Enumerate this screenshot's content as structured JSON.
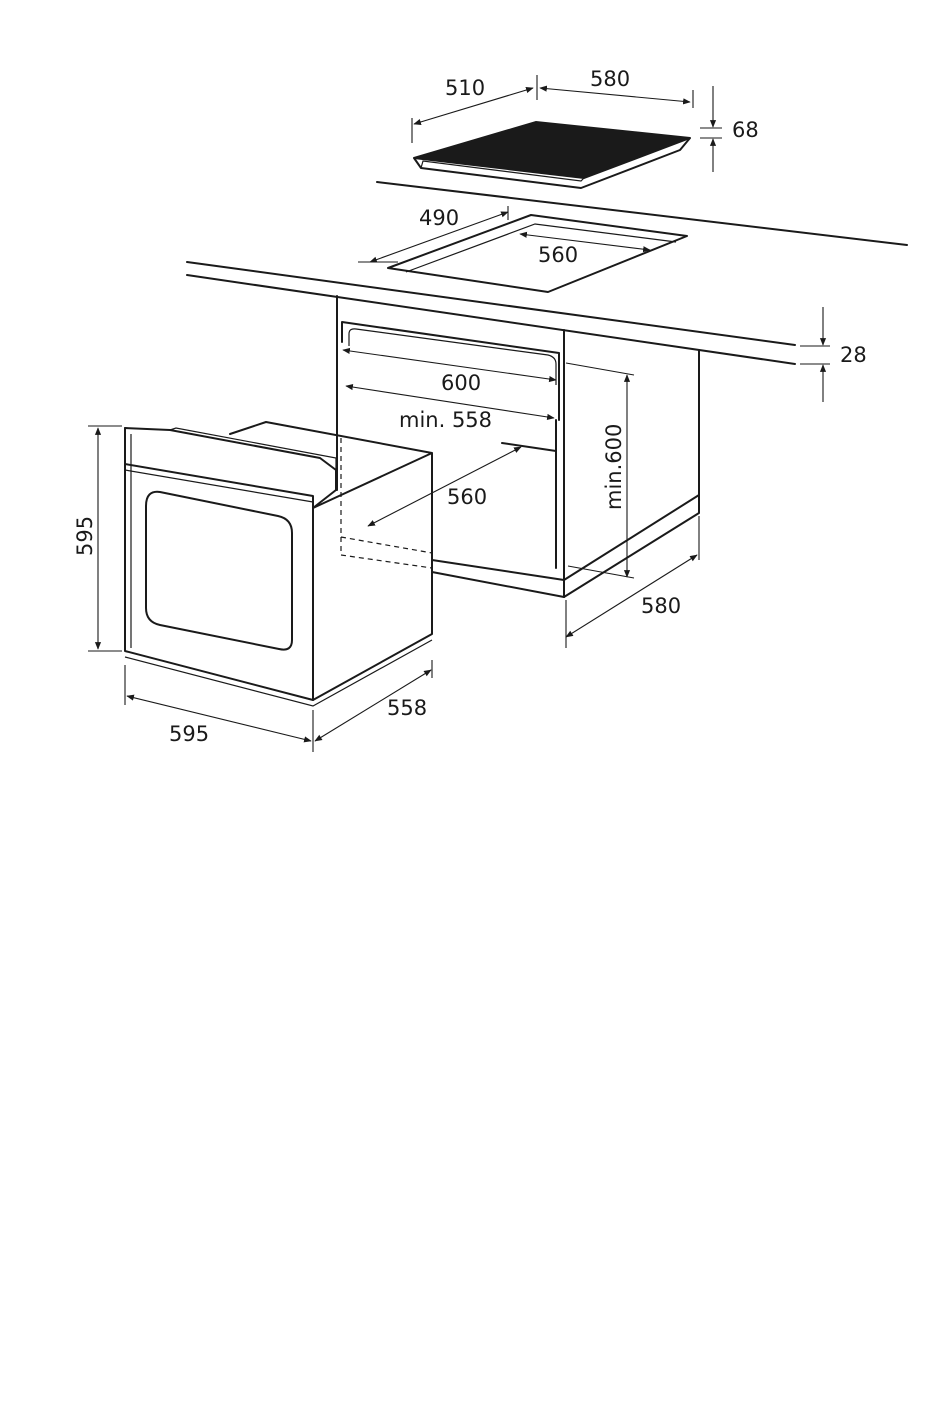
{
  "dimensions": {
    "hob_depth": "510",
    "hob_width": "580",
    "hob_height": "68",
    "cutout_depth": "490",
    "cutout_width": "560",
    "worktop_thickness": "28",
    "niche_width": "600",
    "niche_min_width": "min. 558",
    "niche_min_height": "min.600",
    "niche_depth": "560",
    "cabinet_depth": "580",
    "oven_height": "595",
    "oven_width": "595",
    "oven_depth": "558"
  },
  "colors": {
    "line": "#1a1a1a",
    "hob_glass": "#1a1a1a",
    "background": "#ffffff"
  }
}
